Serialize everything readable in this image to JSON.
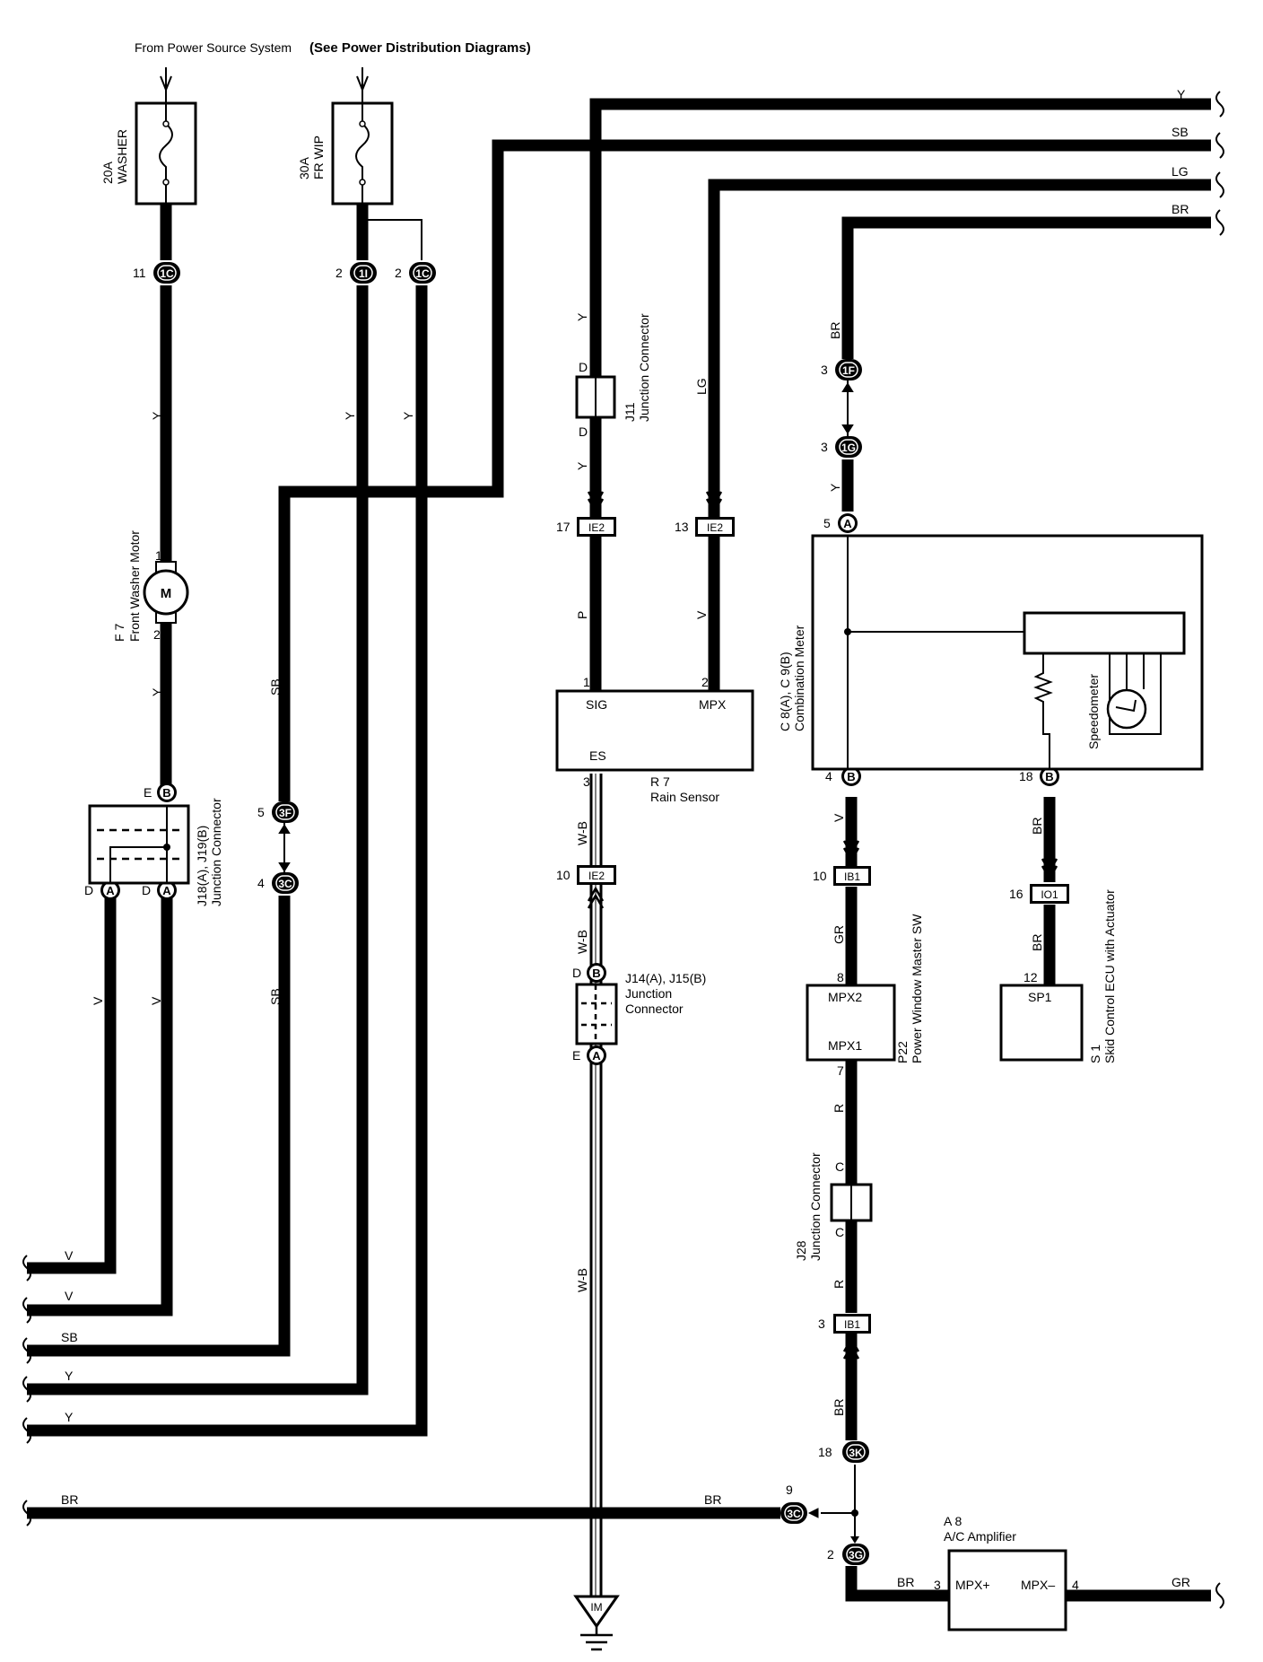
{
  "header": {
    "power_source_a": "From Power Source System",
    "power_source_b": "(See Power Distribution Diagrams)"
  },
  "fuses": {
    "washer": {
      "amp": "20A",
      "name": "WASHER"
    },
    "fr_wip": {
      "amp": "30A",
      "name": "FR WIP"
    }
  },
  "connectors": {
    "c1C_a": {
      "pin": "11",
      "code": "1C"
    },
    "c1I": {
      "pin": "2",
      "code": "1I"
    },
    "c1C_b": {
      "pin": "2",
      "code": "1C"
    },
    "c1F": {
      "pin": "3",
      "code": "1F"
    },
    "c1G": {
      "pin": "3",
      "code": "1G"
    },
    "cA5": {
      "pin": "5",
      "code": "A"
    },
    "cIE2_17": {
      "pin": "17",
      "code": "IE2"
    },
    "cIE2_13": {
      "pin": "13",
      "code": "IE2"
    },
    "cIE2_10": {
      "pin": "10",
      "code": "IE2"
    },
    "cB_e": {
      "pin": "E",
      "code": "B"
    },
    "cA_d1": {
      "pin": "D",
      "code": "A"
    },
    "cA_d2": {
      "pin": "D",
      "code": "A"
    },
    "c3F": {
      "pin": "5",
      "code": "3F"
    },
    "c3C_a": {
      "pin": "4",
      "code": "3C"
    },
    "cB_4": {
      "pin": "4",
      "code": "B"
    },
    "cB_18": {
      "pin": "18",
      "code": "B"
    },
    "cIB1_10": {
      "pin": "10",
      "code": "IB1"
    },
    "cIO1": {
      "pin": "16",
      "code": "IO1"
    },
    "cB_d": {
      "pin": "D",
      "code": "B"
    },
    "cA_e": {
      "pin": "E",
      "code": "A"
    },
    "cIB1_3": {
      "pin": "3",
      "code": "IB1"
    },
    "c3K": {
      "pin": "18",
      "code": "3K"
    },
    "c3C_b": {
      "pin": "9",
      "code": "3C"
    },
    "c3G": {
      "pin": "2",
      "code": "3G"
    },
    "ground": {
      "code": "IM"
    }
  },
  "components": {
    "washer_motor": {
      "id": "F 7",
      "name": "Front Washer Motor",
      "symbol": "M",
      "pin1": "1",
      "pin2": "2"
    },
    "j18": {
      "id": "J18(A), J19(B)",
      "name": "Junction Connector"
    },
    "j11": {
      "id": "J11",
      "name": "Junction Connector",
      "pin_top": "D",
      "pin_bottom": "D"
    },
    "rain_sensor": {
      "id": "R 7",
      "name": "Rain Sensor",
      "sig": "SIG",
      "mpx": "MPX",
      "es": "ES",
      "pin_sig": "1",
      "pin_mpx": "2",
      "pin_es": "3"
    },
    "combo_meter": {
      "id": "C 8(A), C 9(B)",
      "name": "Combination Meter",
      "speedometer": "Speedometer"
    },
    "j14": {
      "id": "J14(A), J15(B)",
      "name_a": "Junction",
      "name_b": "Connector"
    },
    "pw_master": {
      "id": "P22",
      "name": "Power Window Master SW",
      "mpx2": "MPX2",
      "mpx1": "MPX1",
      "pin8": "8",
      "pin7": "7"
    },
    "skid_ecu": {
      "id": "S 1",
      "name": "Skid Control ECU with Actuator",
      "sp1": "SP1",
      "pin12": "12"
    },
    "j28": {
      "id": "J28",
      "name": "Junction Connector",
      "pin_top": "C",
      "pin_bottom": "C"
    },
    "ac_amp": {
      "id": "A 8",
      "name": "A/C Amplifier",
      "mpx_plus": "MPX+",
      "mpx_minus": "MPX–",
      "pin3": "3",
      "pin4": "4"
    }
  },
  "wire_colors": {
    "y": "Y",
    "sb": "SB",
    "lg": "LG",
    "br": "BR",
    "v": "V",
    "p": "P",
    "wb": "W-B",
    "gr": "GR",
    "r": "R"
  }
}
